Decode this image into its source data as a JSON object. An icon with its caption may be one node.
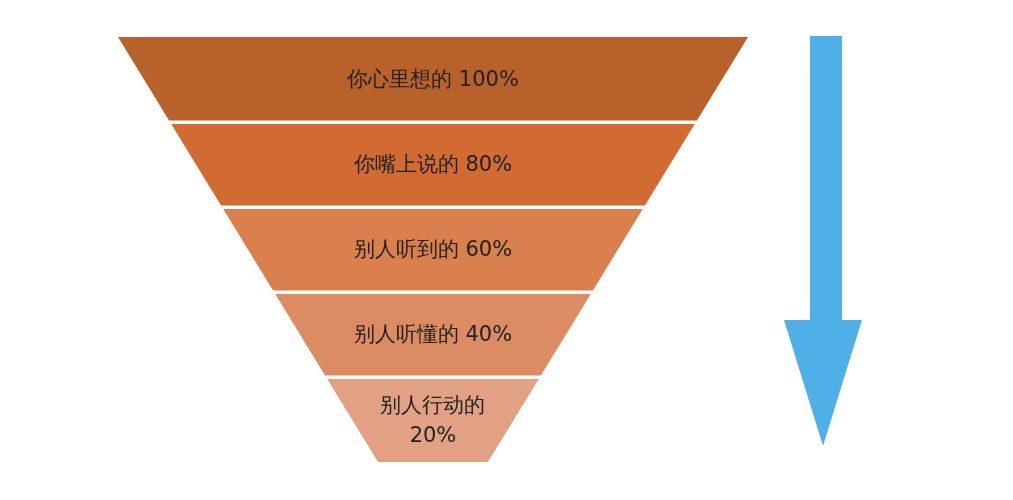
{
  "diagram": {
    "nodes": [
      {
        "text": [
          "你心里想的 100%"
        ]
      },
      {
        "text": [
          "你嘴上说的 80%"
        ]
      },
      {
        "text": [
          "别人听到的 60%"
        ]
      },
      {
        "text": [
          "别人听懂的 40%"
        ]
      },
      {
        "text": [
          "别人行动的 20%"
        ]
      }
    ]
  }
}
